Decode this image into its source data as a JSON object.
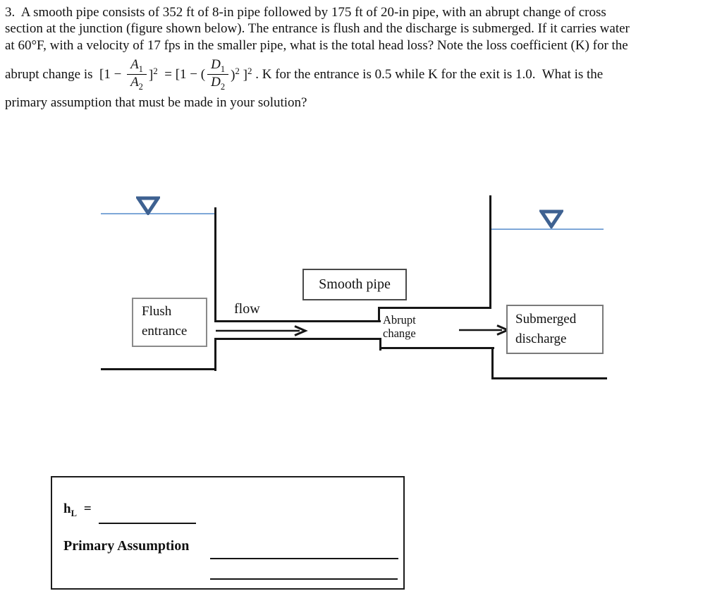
{
  "problem": {
    "line1": "3.  A smooth pipe consists of 352 ft of 8-in pipe followed by 175 ft of 20-in pipe, with an abrupt change of cross",
    "line2": "section at the junction (figure shown below). The entrance is flush and the discharge is submerged. If it carries water",
    "line3": "at 60°F, with a velocity of 17 fps in the smaller pipe, what is the total head loss? Note the loss coefficient (K) for the",
    "formula": {
      "prefix": "abrupt change is  [1 − ",
      "frac1": {
        "num_base": "A",
        "num_sub": "1",
        "den_base": "A",
        "den_sub": "2"
      },
      "close_bracket1": "]",
      "sup1": "2",
      "mid": "  = [1 − (",
      "frac2": {
        "num_base": "D",
        "num_sub": "1",
        "den_base": "D",
        "den_sub": "2"
      },
      "close_paren": ")",
      "sup2": "2",
      "close_bracket2": " ]",
      "sup3": "2",
      "suffix": " . K for the entrance is 0.5 while K for the exit is 1.0.  What is the"
    },
    "last_line": "primary assumption that must be made in your solution?"
  },
  "diagram": {
    "flow_label": "flow",
    "flush_entrance_label": "Flush entrance",
    "smooth_pipe_label": "Smooth pipe",
    "abrupt_change_label": "Abrupt change",
    "submerged_discharge_label": "Submerged discharge"
  },
  "answer_box": {
    "hl_base": "h",
    "hl_sub": "L",
    "equals_sign": "=",
    "primary_assumption_label": "Primary Assumption"
  },
  "colors": {
    "water_line": "#7ea7d8",
    "surface_marker": "#3e6191",
    "diagram_line": "#161616"
  }
}
